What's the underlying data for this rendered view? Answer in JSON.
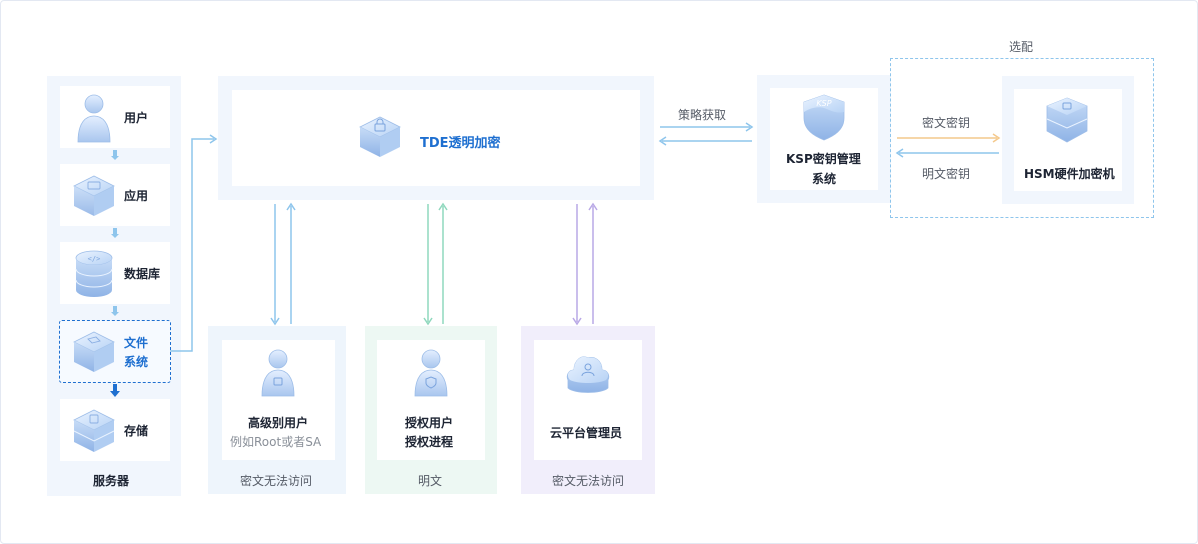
{
  "server": {
    "items": [
      {
        "label": "用户",
        "icon": "user-icon"
      },
      {
        "label": "应用",
        "icon": "app-icon"
      },
      {
        "label": "数据库",
        "icon": "database-icon"
      },
      {
        "label": "文件",
        "label2": "系统",
        "icon": "filesystem-icon"
      },
      {
        "label": "存储",
        "icon": "storage-icon"
      }
    ],
    "footer": "服务器"
  },
  "tde": {
    "label": "TDE透明加密",
    "icon": "encrypt-icon"
  },
  "ksp": {
    "line1": "KSP密钥管理",
    "line2": "系统",
    "badge": "KSP",
    "icon": "ksp-shield-icon"
  },
  "hsm": {
    "label": "HSM硬件加密机",
    "icon": "hsm-icon"
  },
  "optional_label": "选配",
  "arrows": {
    "policy": "策略获取",
    "cipher_key": "密文密钥",
    "plain_key": "明文密钥"
  },
  "access": [
    {
      "line1": "高级别用户",
      "line2": "例如Root或者SA",
      "footer": "密文无法访问",
      "icon": "privileged-user-icon"
    },
    {
      "line1": "授权用户",
      "line2": "授权进程",
      "footer": "明文",
      "icon": "authorized-user-icon"
    },
    {
      "line1": "云平台管理员",
      "line2": "",
      "footer": "密文无法访问",
      "icon": "cloud-admin-icon"
    }
  ],
  "colors": {
    "blue_accent": "#1e6fd0",
    "blue_arrow": "#8ec5ec",
    "green_arrow": "#8fd8bd",
    "purple_arrow": "#b9a8e6",
    "orange_arrow": "#f4c98c"
  }
}
